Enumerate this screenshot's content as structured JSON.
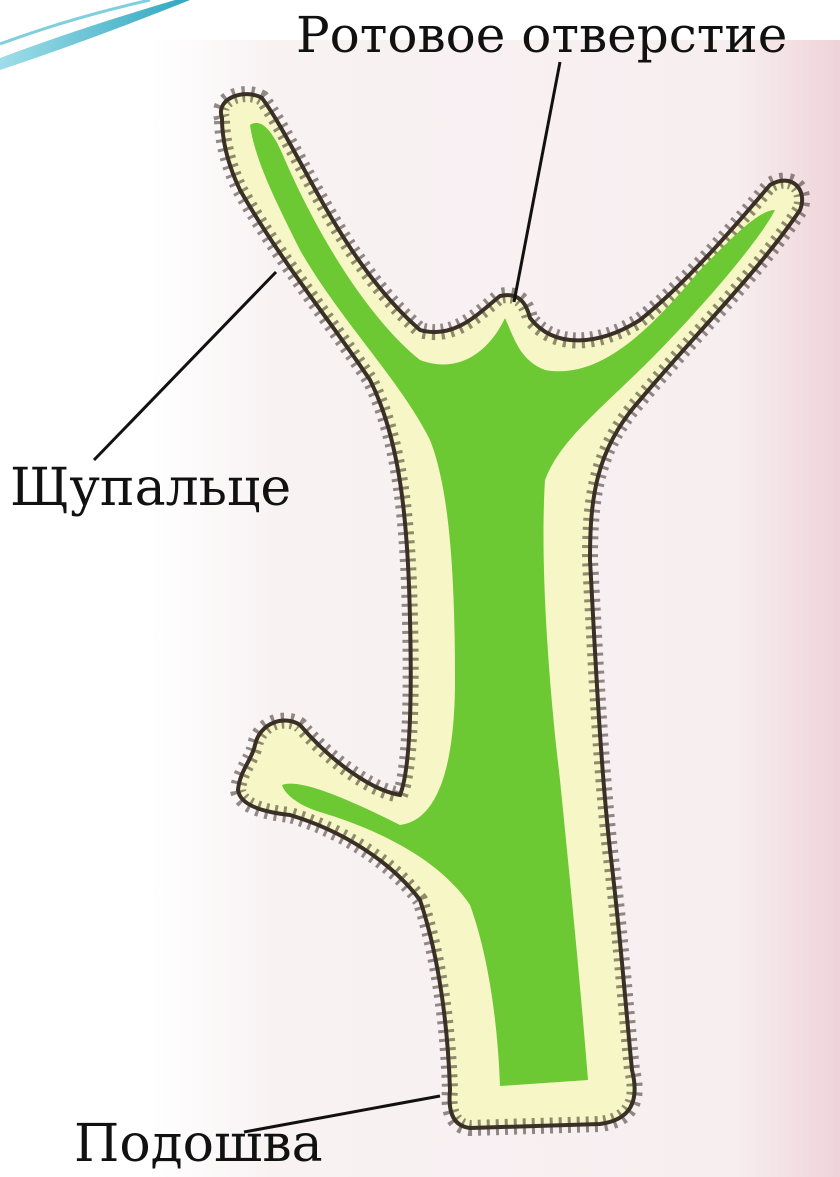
{
  "diagram": {
    "labels": {
      "mouth": "Ротовое отверстие",
      "tentacle": "Щупальце",
      "sole": "Подошва"
    },
    "colors": {
      "background": "#ffffff",
      "paper": "#f7eef0",
      "ectoderm_fill": "#f6f6c6",
      "endoderm_fill": "#6cc833",
      "outline": "#3a3026",
      "accent_teal": "#3fb4c8"
    }
  }
}
